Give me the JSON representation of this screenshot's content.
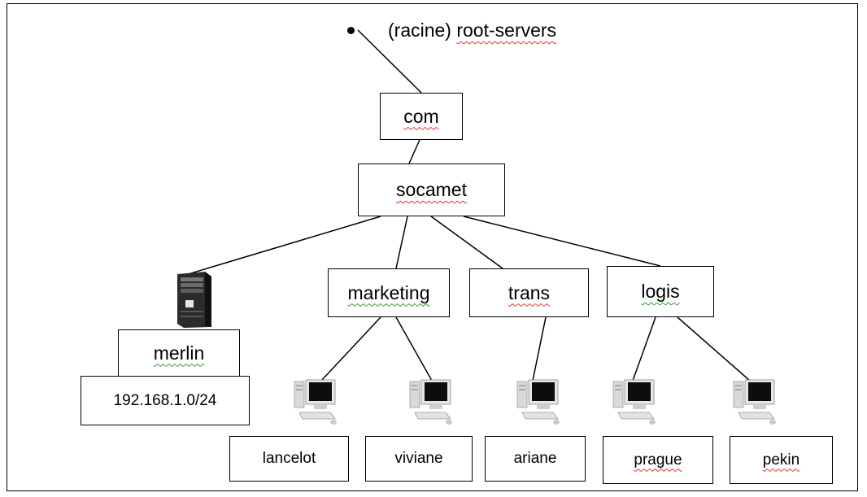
{
  "root": {
    "label_prefix": "(racine) ",
    "label_word": "root-servers"
  },
  "nodes": {
    "com": "com",
    "socamet": "socamet",
    "marketing": "marketing",
    "trans": "trans",
    "logis": "logis",
    "merlin": "merlin",
    "network": "192.168.1.0/24"
  },
  "hosts": [
    "lancelot",
    "viviane",
    "ariane",
    "prague",
    "pekin"
  ],
  "icons": {
    "server": "server-tower-icon",
    "workstation": "desktop-computer-icon"
  },
  "colors": {
    "spell_underline": "#e0302a",
    "grammar_underline": "#2e9a2e",
    "stroke": "#000000"
  }
}
